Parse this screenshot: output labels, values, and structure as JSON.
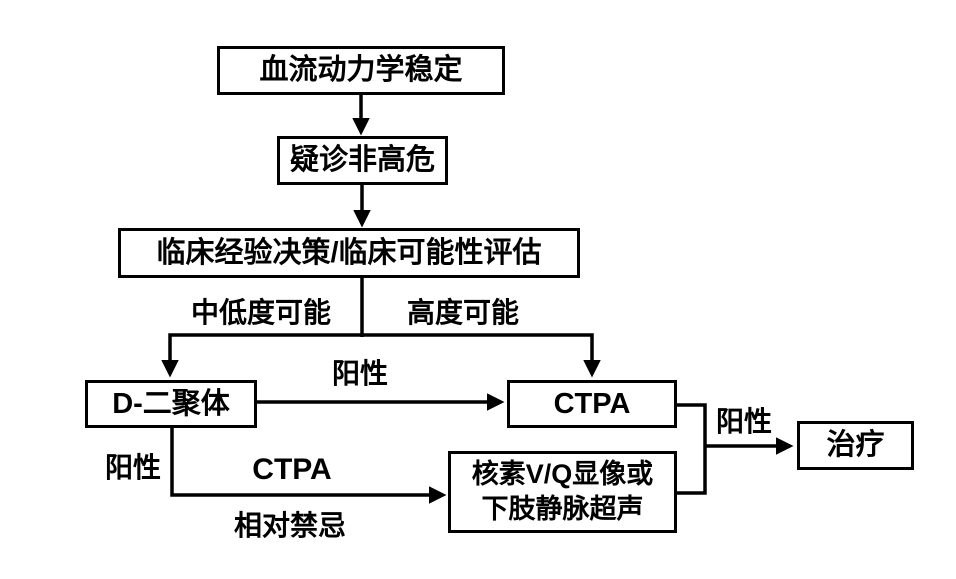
{
  "nodes": {
    "hemodynamic": {
      "label": "血流动力学稳定"
    },
    "suspect": {
      "label": "疑诊非高危"
    },
    "assessment": {
      "label": "临床经验决策/临床可能性评估"
    },
    "ddimer": {
      "label": "D-二聚体"
    },
    "ctpa": {
      "label": "CTPA"
    },
    "vq": {
      "label": "核素V/Q显像或\n下肢静脉超声"
    },
    "treatment": {
      "label": "治疗"
    }
  },
  "edge_labels": {
    "low_intermediate_probability": "中低度可能",
    "high_probability": "高度可能",
    "ddimer_positive": "阳性",
    "ddimer_positive_lower": "阳性",
    "ctpa_contraindicated_line1": "CTPA",
    "ctpa_contraindicated_line2": "相对禁忌",
    "result_positive": "阳性"
  },
  "colors": {
    "background": "#ffffff",
    "line": "#000000",
    "text": "#000000",
    "node_fill": "#ffffff"
  }
}
